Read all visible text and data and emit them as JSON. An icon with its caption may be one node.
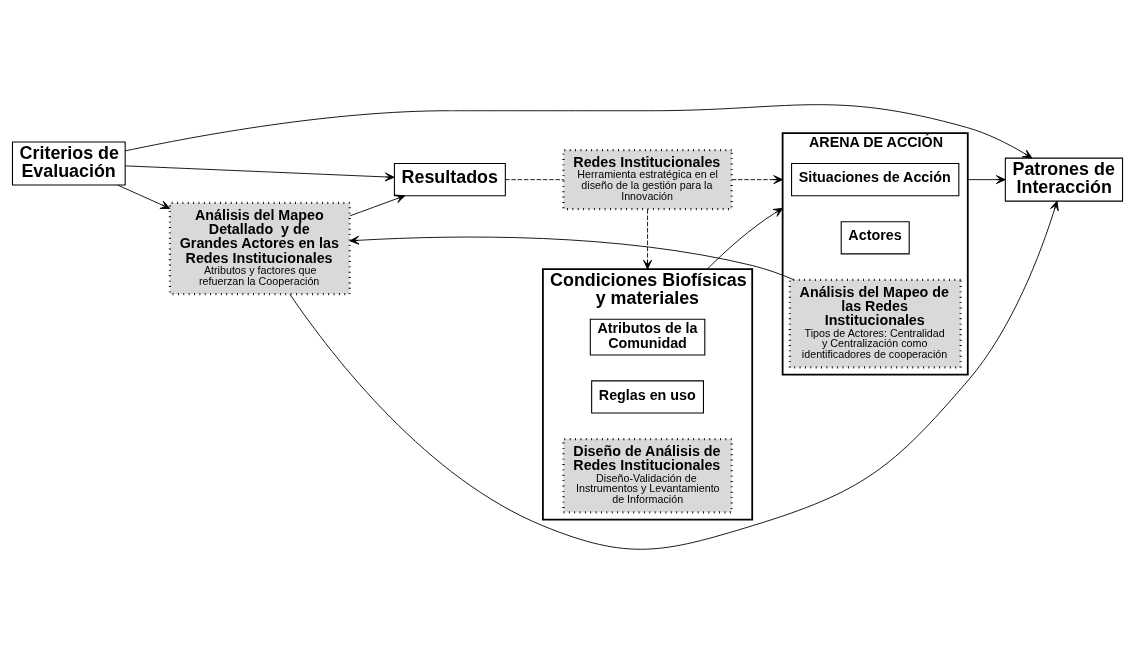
{
  "diagram": {
    "nodes": [
      {
        "text": [
          "Condiciones Biofísicas y materiales"
        ]
      },
      {
        "text": [
          "Atributos de la Comunidad"
        ],
        "in": 0
      },
      {
        "text": [
          "Reglas en uso"
        ],
        "in": 0
      },
      {
        "text": [
          "Diseño de Análisis de Redes Institucionales",
          "Diseño-Validación de Instrumentos y Levantamiento de Información"
        ],
        "in": 0
      },
      {
        "text": [
          "ARENA DE ACCIÓN"
        ]
      },
      {
        "text": [
          "Situaciones de Acción"
        ],
        "in": 4
      },
      {
        "text": [
          "Actores"
        ],
        "in": 4
      },
      {
        "text": [
          "Análisis del Mapeo de las Redes Institucionales",
          "Tipos de Actores: Centralidad y Centralización como identificadores de cooperación"
        ],
        "in": 4
      },
      {
        "text": [
          "Patrones de Interacción"
        ]
      },
      {
        "text": [
          "Análisis del Mapeo Detallado  y de Grandes Actores en las Redes Institucionales",
          "Atributos y factores que refuerzan la Cooperación"
        ]
      },
      {
        "text": [
          "Criterios de Evaluación"
        ]
      },
      {
        "text": [
          "Redes Institucionales",
          "Herramienta estratégica en el diseño de la gestión para la Innovación"
        ]
      },
      {
        "text": [
          "Resultados"
        ]
      }
    ],
    "edges": [
      {
        "from": 0,
        "to": 4,
        "arrow": "to"
      },
      {
        "from": 4,
        "to": 8,
        "arrow": "to"
      },
      {
        "from": 7,
        "to": 9,
        "arrow": "to"
      },
      {
        "from": 9,
        "to": 8,
        "arrow": "to"
      },
      {
        "from": 9,
        "to": 12,
        "arrow": "to"
      },
      {
        "from": 10,
        "to": 8,
        "arrow": "to"
      },
      {
        "from": 10,
        "to": 9,
        "arrow": "to"
      },
      {
        "from": 10,
        "to": 12,
        "arrow": "to"
      },
      {
        "from": 12,
        "to": 11,
        "arrow": "none",
        "style": "dashed"
      },
      {
        "from": 11,
        "to": 0,
        "arrow": "to",
        "style": "dashed"
      },
      {
        "from": 11,
        "to": 4,
        "arrow": "to",
        "style": "dashed"
      }
    ]
  }
}
